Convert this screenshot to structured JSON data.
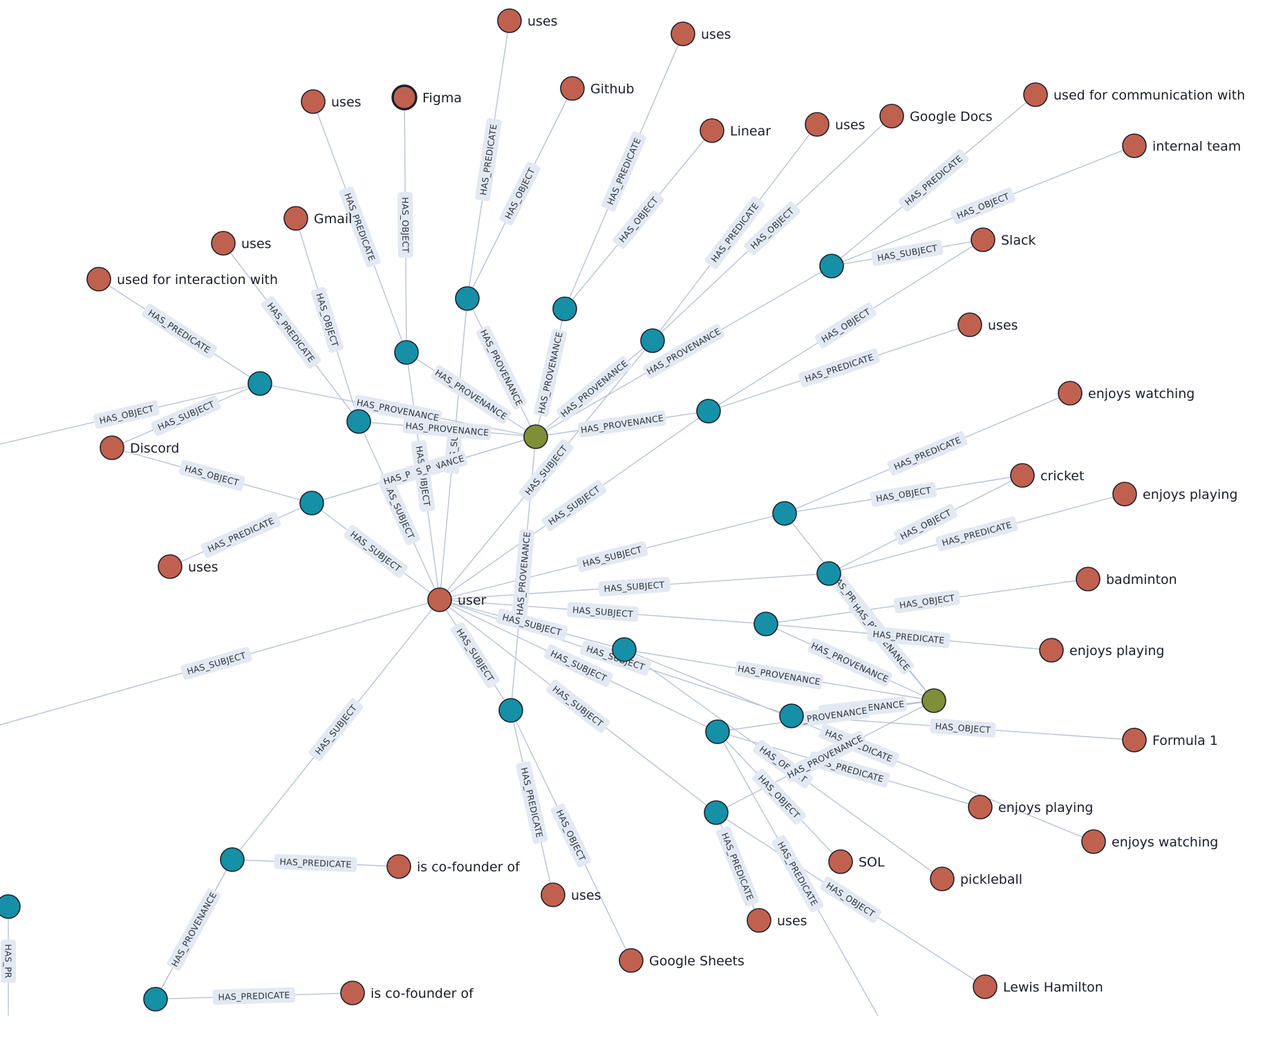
{
  "colors": {
    "entity": "#c0614f",
    "statement": "#1590a6",
    "provenance": "#7f8f37",
    "edge": "#b8c2d6",
    "edge_label_bg": "#e3e9f2"
  },
  "graph": {
    "nodes": [
      {
        "id": "n_user",
        "label": "user",
        "kind": "entity"
      },
      {
        "id": "n_discord",
        "label": "Discord",
        "kind": "entity"
      },
      {
        "id": "n_figma",
        "label": "Figma",
        "kind": "entity",
        "selected": true
      },
      {
        "id": "n_gmail",
        "label": "Gmail",
        "kind": "entity"
      },
      {
        "id": "n_github",
        "label": "Github",
        "kind": "entity"
      },
      {
        "id": "n_linear",
        "label": "Linear",
        "kind": "entity"
      },
      {
        "id": "n_gdocs",
        "label": "Google Docs",
        "kind": "entity"
      },
      {
        "id": "n_slack",
        "label": "Slack",
        "kind": "entity"
      },
      {
        "id": "n_internal",
        "label": "internal team",
        "kind": "entity"
      },
      {
        "id": "n_usedcomm",
        "label": "used for communication with",
        "kind": "entity"
      },
      {
        "id": "n_usedinter",
        "label": "used for interaction with",
        "kind": "entity"
      },
      {
        "id": "n_uses1",
        "label": "uses",
        "kind": "entity"
      },
      {
        "id": "n_uses2",
        "label": "uses",
        "kind": "entity"
      },
      {
        "id": "n_uses3",
        "label": "uses",
        "kind": "entity"
      },
      {
        "id": "n_uses4",
        "label": "uses",
        "kind": "entity"
      },
      {
        "id": "n_uses5",
        "label": "uses",
        "kind": "entity"
      },
      {
        "id": "n_uses6",
        "label": "uses",
        "kind": "entity"
      },
      {
        "id": "n_uses7",
        "label": "uses",
        "kind": "entity"
      },
      {
        "id": "n_uses8",
        "label": "uses",
        "kind": "entity"
      },
      {
        "id": "n_uses9",
        "label": "uses",
        "kind": "entity"
      },
      {
        "id": "n_enjwatch1",
        "label": "enjoys watching",
        "kind": "entity"
      },
      {
        "id": "n_cricket",
        "label": "cricket",
        "kind": "entity"
      },
      {
        "id": "n_enjplay1",
        "label": "enjoys playing",
        "kind": "entity"
      },
      {
        "id": "n_badminton",
        "label": "badminton",
        "kind": "entity"
      },
      {
        "id": "n_enjplay2",
        "label": "enjoys playing",
        "kind": "entity"
      },
      {
        "id": "n_f1",
        "label": "Formula 1",
        "kind": "entity"
      },
      {
        "id": "n_enjplay3",
        "label": "enjoys playing",
        "kind": "entity"
      },
      {
        "id": "n_enjwatch2",
        "label": "enjoys watching",
        "kind": "entity"
      },
      {
        "id": "n_sol",
        "label": "SOL",
        "kind": "entity"
      },
      {
        "id": "n_pickle",
        "label": "pickleball",
        "kind": "entity"
      },
      {
        "id": "n_lewis",
        "label": "Lewis Hamilton",
        "kind": "entity"
      },
      {
        "id": "n_gsheets",
        "label": "Google Sheets",
        "kind": "entity"
      },
      {
        "id": "n_cofound1",
        "label": "is co-founder of",
        "kind": "entity"
      },
      {
        "id": "n_cofound2",
        "label": "is co-founder of",
        "kind": "entity"
      },
      {
        "id": "p1",
        "label": "",
        "kind": "provenance"
      },
      {
        "id": "p2",
        "label": "",
        "kind": "provenance"
      },
      {
        "id": "s1",
        "label": "",
        "kind": "statement"
      },
      {
        "id": "s2",
        "label": "",
        "kind": "statement"
      },
      {
        "id": "s3",
        "label": "",
        "kind": "statement"
      },
      {
        "id": "s4",
        "label": "",
        "kind": "statement"
      },
      {
        "id": "s5",
        "label": "",
        "kind": "statement"
      },
      {
        "id": "s6",
        "label": "",
        "kind": "statement"
      },
      {
        "id": "s7",
        "label": "",
        "kind": "statement"
      },
      {
        "id": "s8",
        "label": "",
        "kind": "statement"
      },
      {
        "id": "s9",
        "label": "",
        "kind": "statement"
      },
      {
        "id": "s10",
        "label": "",
        "kind": "statement"
      },
      {
        "id": "s11",
        "label": "",
        "kind": "statement"
      },
      {
        "id": "s12",
        "label": "",
        "kind": "statement"
      },
      {
        "id": "s13",
        "label": "",
        "kind": "statement"
      },
      {
        "id": "s14",
        "label": "",
        "kind": "statement"
      },
      {
        "id": "s15",
        "label": "",
        "kind": "statement"
      },
      {
        "id": "s16",
        "label": "",
        "kind": "statement"
      },
      {
        "id": "s17",
        "label": "",
        "kind": "statement"
      },
      {
        "id": "s18",
        "label": "",
        "kind": "statement"
      },
      {
        "id": "s19",
        "label": "",
        "kind": "statement"
      },
      {
        "id": "s20",
        "label": "",
        "kind": "statement"
      }
    ],
    "edges": [
      {
        "from": "s1",
        "to": "n_uses1",
        "label": "HAS_PREDICATE"
      },
      {
        "from": "s1",
        "to": "n_github",
        "label": "HAS_OBJECT"
      },
      {
        "from": "s1",
        "to": "p1",
        "label": "HAS_PROVENANCE"
      },
      {
        "from": "s1",
        "to": "n_user",
        "label": "HAS_SUB"
      },
      {
        "from": "s2",
        "to": "n_uses2",
        "label": "HAS_PREDICATE"
      },
      {
        "from": "s2",
        "to": "n_linear",
        "label": "HAS_OBJECT"
      },
      {
        "from": "s2",
        "to": "p1",
        "label": "HAS_PROVENANCE"
      },
      {
        "from": "s3",
        "to": "n_uses3",
        "label": "HAS_PREDICATE"
      },
      {
        "from": "s3",
        "to": "n_gdocs",
        "label": "HAS_OBJECT"
      },
      {
        "from": "s3",
        "to": "p1",
        "label": "HAS_PROVENANCE"
      },
      {
        "from": "s3",
        "to": "n_user",
        "label": "HAS_SUBJECT"
      },
      {
        "from": "s4",
        "to": "n_usedcomm",
        "label": "HAS_PREDICATE"
      },
      {
        "from": "s4",
        "to": "n_internal",
        "label": "HAS_OBJECT"
      },
      {
        "from": "s4",
        "to": "n_slack",
        "label": "HAS_SUBJECT"
      },
      {
        "from": "s4",
        "to": "p1",
        "label": "HAS_PROVENANCE"
      },
      {
        "from": "s5",
        "to": "n_uses4",
        "label": "HAS_PREDICATE"
      },
      {
        "from": "s5",
        "to": "n_slack",
        "label": "HAS_OBJECT"
      },
      {
        "from": "s5",
        "to": "p1",
        "label": "HAS_PROVENANCE"
      },
      {
        "from": "s5",
        "to": "n_user",
        "label": "HAS_SUBJECT"
      },
      {
        "from": "s6",
        "to": "n_uses5",
        "label": "HAS_PREDICATE"
      },
      {
        "from": "s6",
        "to": "n_figma",
        "label": "HAS_OBJECT"
      },
      {
        "from": "s6",
        "to": "p1",
        "label": "HAS_PROVENANCE"
      },
      {
        "from": "s6",
        "to": "n_user",
        "label": "HAS_SUBJECT"
      },
      {
        "from": "s7",
        "to": "n_uses6",
        "label": "HAS_PREDICATE"
      },
      {
        "from": "s7",
        "to": "n_gmail",
        "label": "HAS_OBJECT"
      },
      {
        "from": "s7",
        "to": "p1",
        "label": "HAS_PROVENANCE"
      },
      {
        "from": "s7",
        "to": "n_user",
        "label": "HAS_SUBJECT"
      },
      {
        "from": "s8",
        "to": "n_usedinter",
        "label": "HAS_PREDICATE"
      },
      {
        "from": "s8",
        "to": "n_discord",
        "label": "HAS_SUBJECT"
      },
      {
        "from": "s8",
        "to": "p1",
        "label": "HAS_PROVENANCE"
      },
      {
        "from": "s8",
        "to": "n_edge_left",
        "label": "HAS_OBJECT"
      },
      {
        "from": "s9",
        "to": "n_uses7",
        "label": "HAS_PREDICATE"
      },
      {
        "from": "s9",
        "to": "n_discord",
        "label": "HAS_OBJECT"
      },
      {
        "from": "s9",
        "to": "p1",
        "label": "HAS_PROVENANCE"
      },
      {
        "from": "s9",
        "to": "n_user",
        "label": "HAS_SUBJECT"
      },
      {
        "from": "s10",
        "to": "n_enjwatch1",
        "label": "HAS_PREDICATE"
      },
      {
        "from": "s10",
        "to": "n_cricket",
        "label": "HAS_OBJECT"
      },
      {
        "from": "s10",
        "to": "n_user",
        "label": "HAS_SUBJECT"
      },
      {
        "from": "s10",
        "to": "p2",
        "label": "HAS_PROVENANCE"
      },
      {
        "from": "s11",
        "to": "n_enjplay1",
        "label": "HAS_PREDICATE"
      },
      {
        "from": "s11",
        "to": "n_cricket",
        "label": "HAS_OBJECT"
      },
      {
        "from": "s11",
        "to": "n_user",
        "label": "HAS_SUBJECT"
      },
      {
        "from": "s11",
        "to": "p2",
        "label": "HAS_PROVENANCE"
      },
      {
        "from": "s12",
        "to": "n_badminton",
        "label": "HAS_OBJECT"
      },
      {
        "from": "s12",
        "to": "n_enjplay2",
        "label": "HAS_PREDICATE"
      },
      {
        "from": "s12",
        "to": "n_user",
        "label": "HAS_SUBJECT"
      },
      {
        "from": "s12",
        "to": "p2",
        "label": "HAS_PROVENANCE"
      },
      {
        "from": "s13",
        "to": "n_f1",
        "label": "HAS_OBJECT"
      },
      {
        "from": "s13",
        "to": "n_user",
        "label": "HAS_SUBJECT"
      },
      {
        "from": "s13",
        "to": "p2",
        "label": "HAS_PROVENANCE"
      },
      {
        "from": "s14",
        "to": "n_enjplay3",
        "label": "HAS_PREDICATE"
      },
      {
        "from": "s14",
        "to": "n_sol",
        "label": "HAS_OBJECT"
      },
      {
        "from": "s14",
        "to": "n_user",
        "label": "HAS_SUBJECT"
      },
      {
        "from": "s14",
        "to": "p2",
        "label": "HAS_PROVENANCE"
      },
      {
        "from": "s15",
        "to": "n_enjwatch2",
        "label": "HAS_PREDICATE"
      },
      {
        "from": "s15",
        "to": "n_pickle",
        "label": "HAS_OBJECT"
      },
      {
        "from": "s15",
        "to": "n_user",
        "label": "HAS_SUBJECT"
      },
      {
        "from": "s15",
        "to": "p2",
        "label": "HAS_PROVENANCE"
      },
      {
        "from": "s16",
        "to": "n_uses8",
        "label": "HAS_PREDICATE"
      },
      {
        "from": "s16",
        "to": "n_lewis",
        "label": "HAS_OBJECT"
      },
      {
        "from": "s16",
        "to": "n_user",
        "label": "HAS_SUBJECT"
      },
      {
        "from": "s16",
        "to": "p2",
        "label": "HAS_PROVENANCE"
      },
      {
        "from": "s17",
        "to": "n_uses9",
        "label": "HAS_PREDICATE"
      },
      {
        "from": "s17",
        "to": "n_gsheets",
        "label": "HAS_OBJECT"
      },
      {
        "from": "s17",
        "to": "n_user",
        "label": "HAS_SUBJECT"
      },
      {
        "from": "s17",
        "to": "p1",
        "label": "HAS_PROVENANCE"
      },
      {
        "from": "s18",
        "to": "n_cofound1",
        "label": "HAS_PREDICATE"
      },
      {
        "from": "s18",
        "to": "n_user",
        "label": "HAS_SUBJECT"
      },
      {
        "from": "s19",
        "to": "n_cofound2",
        "label": "HAS_PREDICATE"
      },
      {
        "from": "s19",
        "to": "s18",
        "label": "HAS_OBJECT"
      },
      {
        "from": "s19",
        "to": "s18",
        "label": "HAS_PROVENANCE"
      },
      {
        "from": "s20",
        "to": "n_edge_bottom",
        "label": "HAS_PR"
      },
      {
        "from": "n_user",
        "to": "n_edge_left2",
        "label": "HAS_SUBJECT"
      },
      {
        "from": "s14",
        "to": "n_edge_bottom2",
        "label": "HAS_PREDICATE"
      },
      {
        "from": "s9",
        "to": "p1",
        "label": "S_P"
      }
    ]
  }
}
